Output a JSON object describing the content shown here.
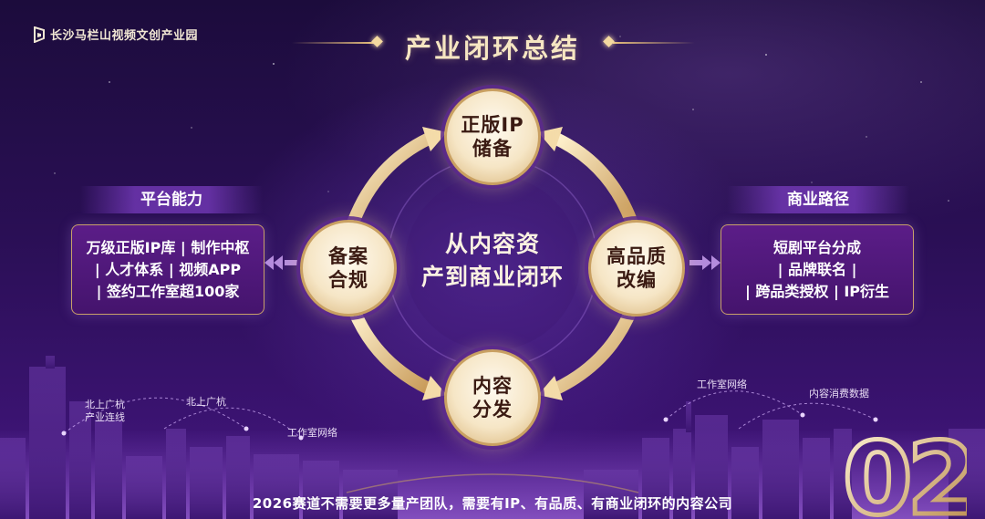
{
  "brand": {
    "name": "长沙马栏山视频文创产业园",
    "icon": "company-logo-icon"
  },
  "title": "产业闭环总结",
  "center": {
    "line1": "从内容资",
    "line2": "产到商业闭环"
  },
  "nodes": {
    "top": {
      "line1": "正版IP",
      "line2": "储备"
    },
    "right": {
      "line1": "高品质",
      "line2": "改编"
    },
    "bottom": {
      "line1": "内容",
      "line2": "分发"
    },
    "left": {
      "line1": "备案",
      "line2": "合规"
    }
  },
  "left_panel": {
    "title": "平台能力",
    "lines": [
      "万级正版IP库 | 制作中枢",
      "| 人才体系 | 视频APP",
      "| 签约工作室超100家"
    ]
  },
  "right_panel": {
    "title": "商业路径",
    "lines": [
      "短剧平台分成",
      "| 品牌联名 |",
      "| 跨品类授权 | IP衍生"
    ]
  },
  "map_labels": {
    "label_1": {
      "line1": "北上广杭",
      "line2": "产业连线"
    },
    "label_2": "北上广杭",
    "label_3": "工作室网络",
    "label_4": "工作室网络",
    "label_5": "内容消费数据"
  },
  "page_number": "02",
  "footer": "2026赛道不需要更多量产团队，需要有IP、有品质、有商业闭环的内容公司",
  "colors": {
    "gold": "#e8c07c",
    "cream": "#f6e6c6",
    "purple": "#2a0f55",
    "box_purple": "#5f1e8c"
  }
}
